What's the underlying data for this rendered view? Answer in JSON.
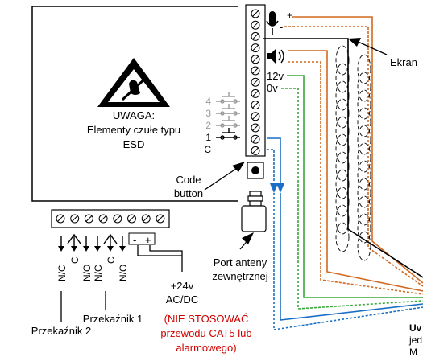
{
  "board": {
    "warning_title": "UWAGA:",
    "warning_line1": "Elementy czułe typu",
    "warning_line2": "ESD",
    "relay_numbers": [
      "4",
      "3",
      "2",
      "1"
    ],
    "common_label": "C"
  },
  "terminal": {
    "plus": "+",
    "minus": "-",
    "v12": "12v",
    "v0": "0v"
  },
  "labels": {
    "ekran": "Ekran",
    "code_button_line1": "Code",
    "code_button_line2": "button",
    "antenna_line1": "Port anteny",
    "antenna_line2": "zewnętrznej",
    "relay_contacts": [
      "N/C",
      "C",
      "N/O",
      "N/C",
      "C",
      "N/O"
    ],
    "relay_pol_minus": "-",
    "relay_pol_plus": "+",
    "power_line1": "+24v",
    "power_line2": "AC/DC",
    "relay2": "Przekaźnik 2",
    "relay1": "Przekaźnik 1",
    "warn_line1": "(NIE STOSOWAĆ",
    "warn_line2": "przewodu CAT5 lub",
    "warn_line3": "alarmowego)",
    "note_line1": "Uv",
    "note_line2": "jed",
    "note_line3": "M"
  },
  "colors": {
    "orange": "#d2691e",
    "green": "#3aa83a",
    "blue": "#1a6fc4",
    "red": "#d00000",
    "grey": "#999999"
  }
}
